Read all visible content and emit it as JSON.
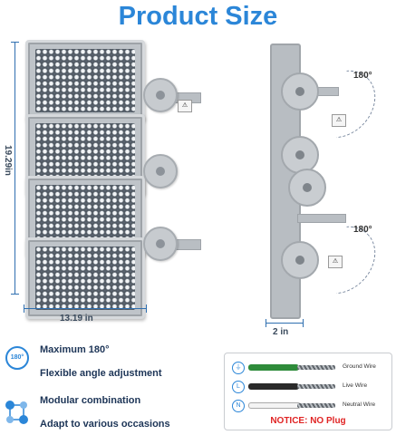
{
  "title": "Product Size",
  "dimensions": {
    "height": "19.29in",
    "width": "13.19 in",
    "depth": "2 in"
  },
  "rotation": {
    "top": "180°",
    "bottom": "180°"
  },
  "features": [
    {
      "icon": "180°",
      "lines": [
        "Maximum 180°",
        "Flexible angle adjustment"
      ]
    },
    {
      "icon": "",
      "lines": [
        "Modular combination",
        "Adapt to various occasions"
      ]
    }
  ],
  "wiring": {
    "items": [
      {
        "symbol": "⏚",
        "label": "Ground Wire",
        "color": "#2e8b3a"
      },
      {
        "symbol": "L",
        "label": "Live Wire",
        "color": "#2a2a2a"
      },
      {
        "symbol": "N",
        "label": "Neutral Wire",
        "color": "#f4f4f4"
      }
    ],
    "notice": "NOTICE: NO Plug"
  }
}
